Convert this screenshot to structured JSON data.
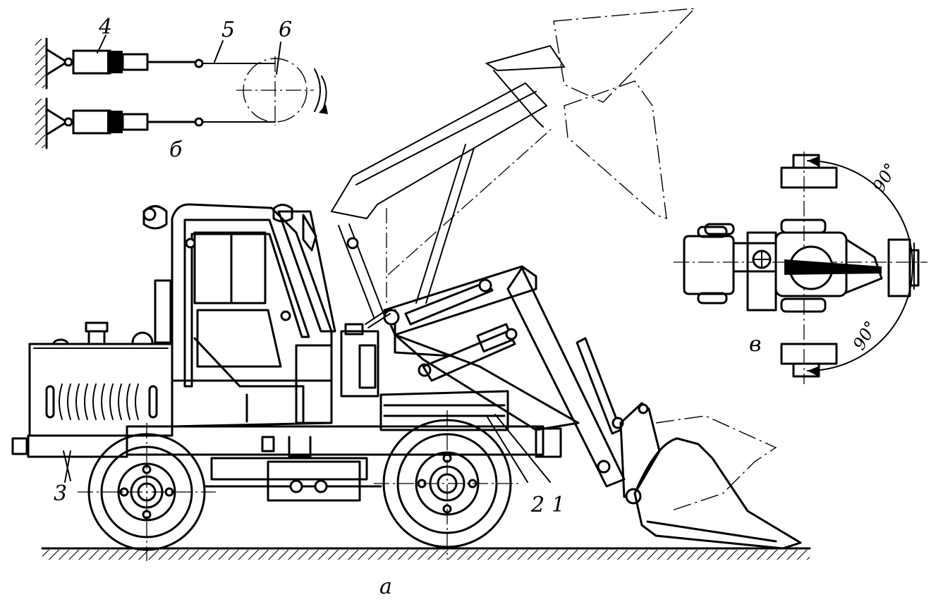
{
  "labels": {
    "part_1": "1",
    "part_2": "2",
    "part_3": "3",
    "part_4": "4",
    "part_5": "5",
    "part_6": "6",
    "view_a": "а",
    "view_b": "б",
    "view_v": "в",
    "angle_top": "90°",
    "angle_bottom": "90°"
  }
}
